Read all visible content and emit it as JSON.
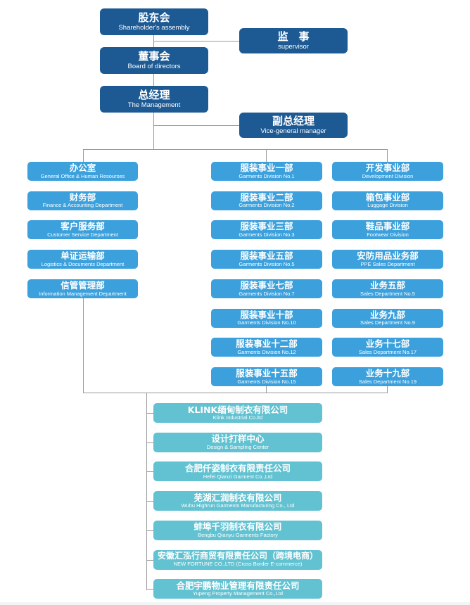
{
  "top": [
    {
      "zh": "股东会",
      "en": "Shareholder's assembly"
    },
    {
      "zh": "监　事",
      "en": "supervisor"
    },
    {
      "zh": "董事会",
      "en": "Board of directors"
    },
    {
      "zh": "总经理",
      "en": "The Management"
    },
    {
      "zh": "副总经理",
      "en": "Vice-general manager"
    }
  ],
  "left_column": [
    {
      "zh": "办公室",
      "en": "General Office & Human Resourses"
    },
    {
      "zh": "财务部",
      "en": "Finance & Accounting Department"
    },
    {
      "zh": "客户服务部",
      "en": "Customer Service Department"
    },
    {
      "zh": "单证运输部",
      "en": "Logistics & Documents Department"
    },
    {
      "zh": "信管管理部",
      "en": "Information Management Department"
    }
  ],
  "middle_column": [
    {
      "zh": "服装事业一部",
      "en": "Garments Division No.1"
    },
    {
      "zh": "服装事业二部",
      "en": "Garments Division No.2"
    },
    {
      "zh": "服装事业三部",
      "en": "Garments Division No.3"
    },
    {
      "zh": "服装事业五部",
      "en": "Garments Division No.5"
    },
    {
      "zh": "服装事业七部",
      "en": "Garments Division No.7"
    },
    {
      "zh": "服装事业十部",
      "en": "Garments Division No.10"
    },
    {
      "zh": "服装事业十二部",
      "en": "Garments Division No.12"
    },
    {
      "zh": "服装事业十五部",
      "en": "Garments Division No.15"
    }
  ],
  "right_column": [
    {
      "zh": "开发事业部",
      "en": "Development Division"
    },
    {
      "zh": "箱包事业部",
      "en": "Luggage Division"
    },
    {
      "zh": "鞋品事业部",
      "en": "Footwear Division"
    },
    {
      "zh": "安防用品业务部",
      "en": "PPE Sales Department"
    },
    {
      "zh": "业务五部",
      "en": "Sales Department No.5"
    },
    {
      "zh": "业务九部",
      "en": "Sales Department No.9"
    },
    {
      "zh": "业务十七部",
      "en": "Sales Department No.17"
    },
    {
      "zh": "业务十九部",
      "en": "Sales Department No.19"
    }
  ],
  "subsidiaries": [
    {
      "zh": "KLINK缅甸制衣有限公司",
      "en": "Klink Industrial Co.ltd"
    },
    {
      "zh": "设计打样中心",
      "en": "Design & Sampling Center"
    },
    {
      "zh": "合肥仟姿制衣有限责任公司",
      "en": "Hefei Qianzi Garment Co.,Ltd"
    },
    {
      "zh": "芜湖汇润制衣有限公司",
      "en": "Wuhu Highrun Garments Manufacturing Co., Ltd"
    },
    {
      "zh": "蚌埠千羽制衣有限公司",
      "en": "Bengbu Qianyu Garments Factory"
    },
    {
      "zh": "安徽汇泓行商贸有限责任公司（跨境电商）",
      "en": "NEW FORTUNE CO.,LTD (Cross Border E-commerce)"
    },
    {
      "zh": "合肥宇鹏物业管理有限责任公司",
      "en": "Yupeng Property Management Co.,Ltd"
    }
  ],
  "colors": {
    "top_box": "#1d5a94",
    "department_box": "#3ba0dc",
    "subsidiary_box": "#62c2d2",
    "connector": "#9a9a9a"
  }
}
